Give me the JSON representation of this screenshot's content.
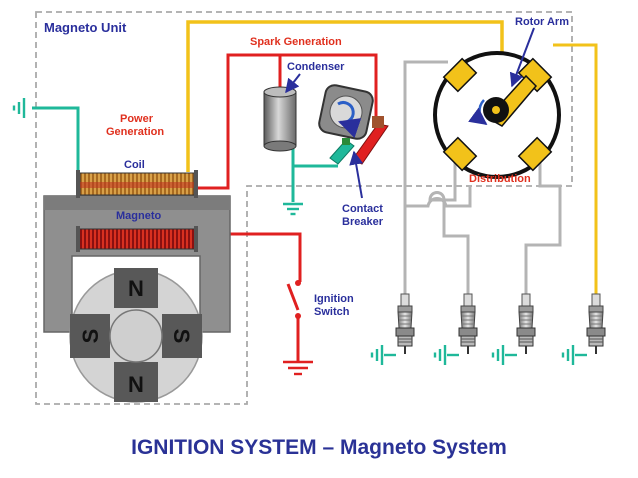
{
  "title": "IGNITION SYSTEM – Magneto System",
  "labels": {
    "magneto_unit": "Magneto Unit",
    "spark_generation": "Spark Generation",
    "rotor_arm": "Rotor Arm",
    "condenser": "Condenser",
    "power_generation_1": "Power",
    "power_generation_2": "Generation",
    "coil": "Coil",
    "magneto": "Magneto",
    "distribution": "Distribution",
    "contact_breaker_1": "Contact",
    "contact_breaker_2": "Breaker",
    "ignition_switch_1": "Ignition",
    "ignition_switch_2": "Switch"
  },
  "poles": {
    "north": "N",
    "south": "S"
  },
  "colors": {
    "primary_wire": "#e02020",
    "secondary_wire": "#f2c21a",
    "ground_wire": "#1fb89a",
    "ht_lead": "#b4b4b4",
    "label_navy": "#2a2f9c",
    "label_red": "#e0301e",
    "title": "#2a3296"
  },
  "icons": [
    "ground-symbol-icon",
    "spark-plug-icon",
    "rotation-arrow-icon"
  ]
}
